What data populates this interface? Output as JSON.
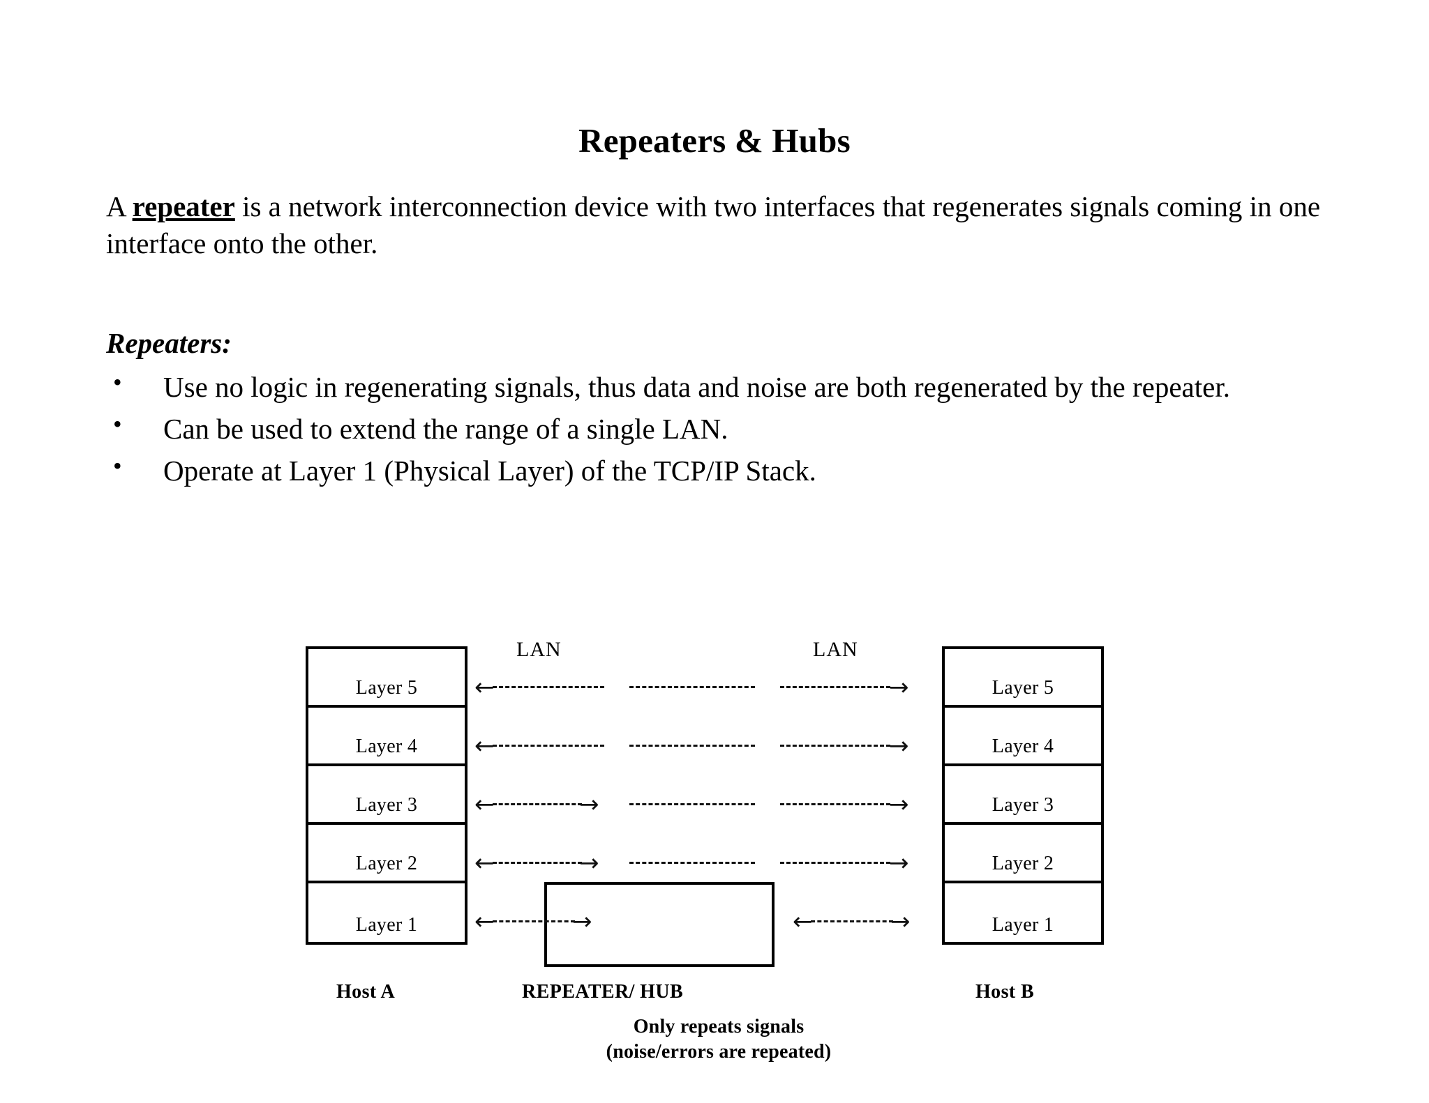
{
  "slide": {
    "title": "Repeaters & Hubs"
  },
  "intro": {
    "before_keyword": "A ",
    "keyword": "repeater",
    "after_keyword": " is a network interconnection device with two interfaces that regenerates signals coming in one interface onto the other."
  },
  "section": {
    "heading": "Repeaters:"
  },
  "bullets": {
    "marker": "•",
    "items": [
      "Use no logic in regenerating signals, thus data and noise are both regenerated by the repeater.",
      "Can be used to extend the range of a single LAN.",
      "Operate at Layer 1 (Physical Layer) of the TCP/IP Stack."
    ]
  },
  "diagram": {
    "left_stack": {
      "device_label": "Host A",
      "layers": [
        "Layer 5",
        "Layer 4",
        "Layer 3",
        "Layer 2",
        "Layer 1"
      ]
    },
    "right_stack": {
      "device_label": "Host B",
      "layers": [
        "Layer 5",
        "Layer 4",
        "Layer 3",
        "Layer 2",
        "Layer 1"
      ]
    },
    "middle": {
      "device_label": "REPEATER/ HUB",
      "caption_line_1": "Only repeats signals",
      "caption_line_2": "(noise/errors are repeated)"
    },
    "lan_labels": [
      "LAN",
      "LAN"
    ],
    "arrow_glyphs": {
      "left": "←",
      "right": "→"
    },
    "rows": [
      {
        "layer": "Layer 5",
        "left_arrow": "left",
        "right_arrow": "right"
      },
      {
        "layer": "Layer 4",
        "left_arrow": "left",
        "right_arrow": "right"
      },
      {
        "layer": "Layer 3",
        "left_arrow": "both",
        "right_arrow": "right"
      },
      {
        "layer": "Layer 2",
        "left_arrow": "both",
        "right_arrow": "right"
      },
      {
        "layer": "Layer 1",
        "left_arrow": "both",
        "right_arrow": "both"
      }
    ]
  },
  "colors": {
    "ink": "#000000",
    "paper": "#ffffff"
  }
}
